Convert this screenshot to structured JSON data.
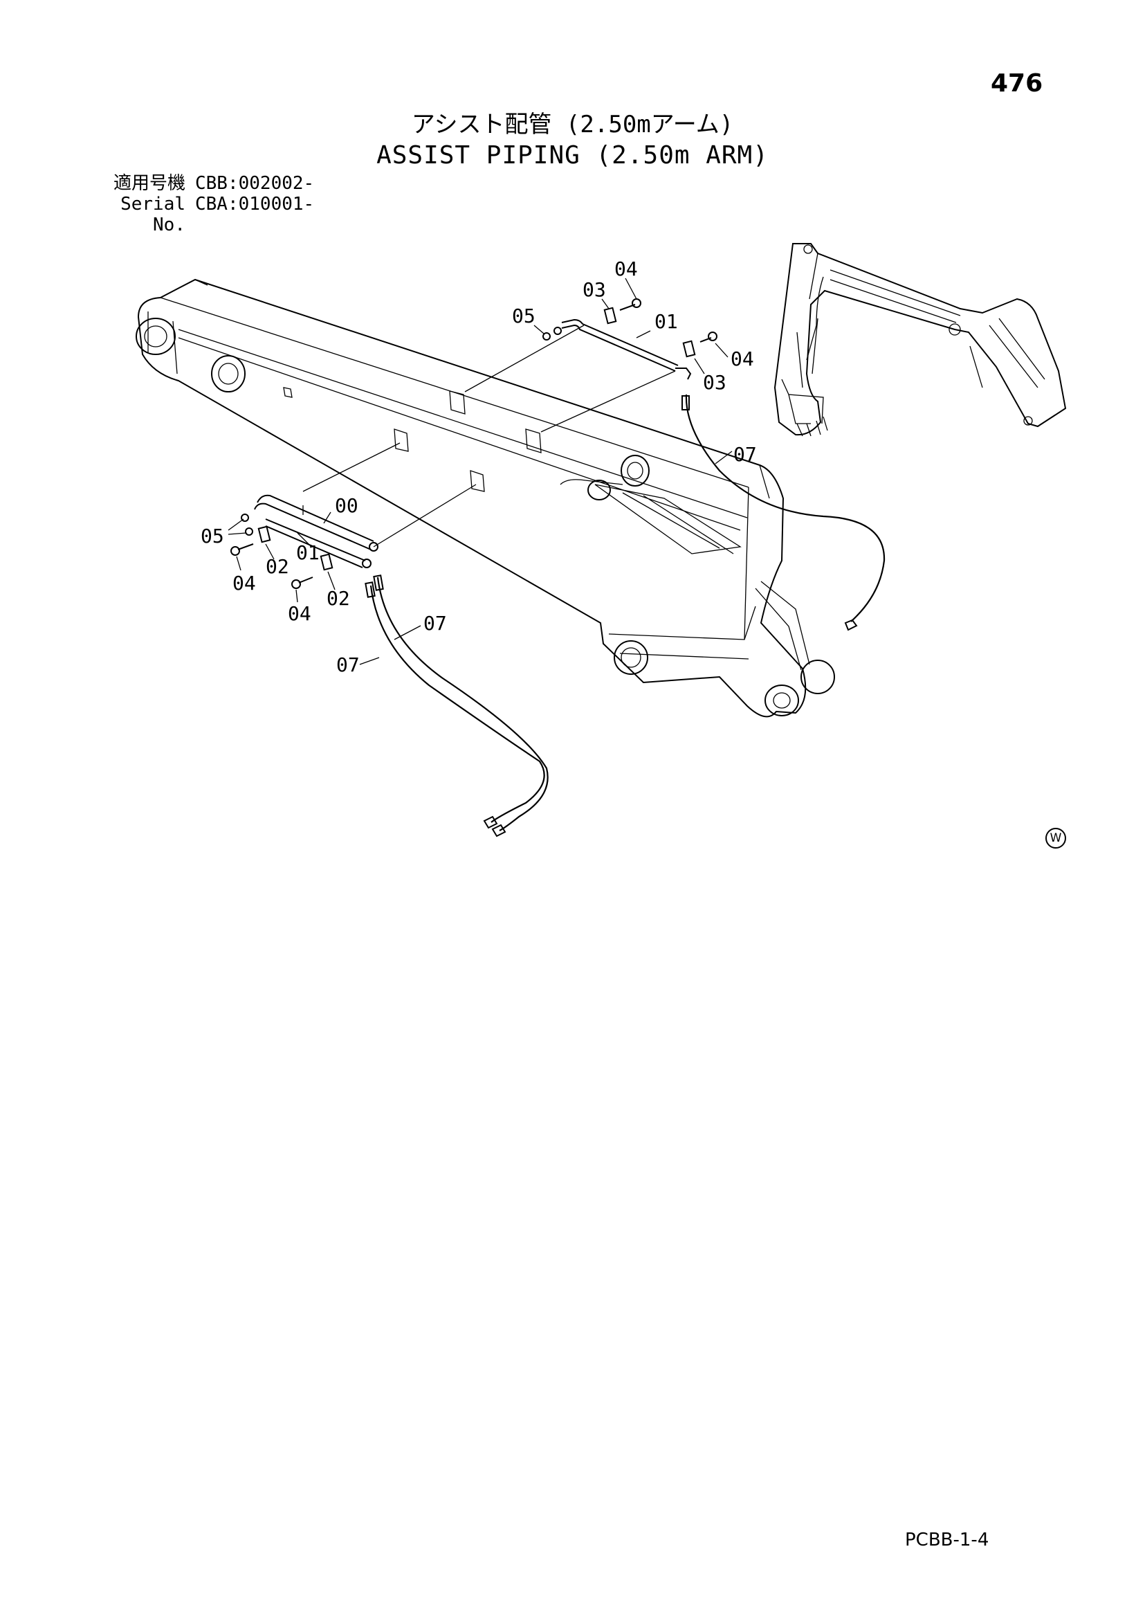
{
  "page": {
    "number": "476",
    "title_jp": "アシスト配管 (2.50mアーム)",
    "title_en": "ASSIST PIPING (2.50m ARM)",
    "serial_label_jp": "適用号機",
    "serial_value_1": "CBB:002002-",
    "serial_label_en": "Serial No.",
    "serial_value_2": "CBA:010001-",
    "footer_code": "PCBB-1-4",
    "watermark": "W"
  },
  "callouts": {
    "c04_top": "04",
    "c03_top": "03",
    "c05_top": "05",
    "c01_top": "01",
    "c04_right": "04",
    "c03_right": "03",
    "c07_right": "07",
    "c00": "00",
    "c05_left": "05",
    "c01_left": "01",
    "c02_a": "02",
    "c04_a": "04",
    "c02_b": "02",
    "c04_b": "04",
    "c07_mid": "07",
    "c07_left": "07"
  }
}
